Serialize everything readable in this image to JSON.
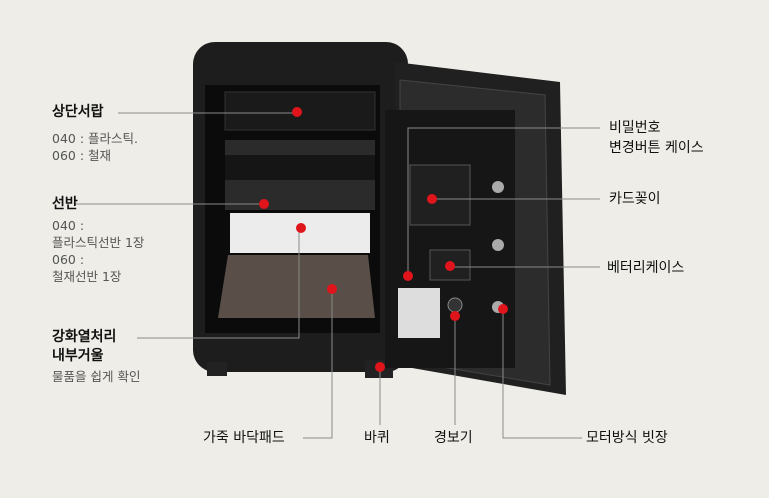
{
  "labels": {
    "top_drawer": {
      "title": "상단서랍",
      "lines": [
        "040 : 플라스틱.",
        "060 : 철재"
      ]
    },
    "shelf": {
      "title": "선반",
      "lines": [
        "040 :",
        "플라스틱선반 1장",
        "060 :",
        "철재선반 1장"
      ]
    },
    "mirror": {
      "title_lines": [
        "강화열처리",
        "내부거울"
      ],
      "sub": "물품을 쉽게 확인"
    },
    "leather_pad": "가죽 바닥패드",
    "wheel": "바퀴",
    "alarm": "경보기",
    "motor_bolt": "모터방식 빗장",
    "password_button": [
      "비밀번호",
      "변경버튼 케이스"
    ],
    "card_slot": "카드꽂이",
    "battery_case": "베터리케이스"
  },
  "colors": {
    "background": "#eeede7",
    "marker": "#e0141b",
    "leader_line": "#8a8a8a",
    "safe_body": "#1c1c1c"
  }
}
